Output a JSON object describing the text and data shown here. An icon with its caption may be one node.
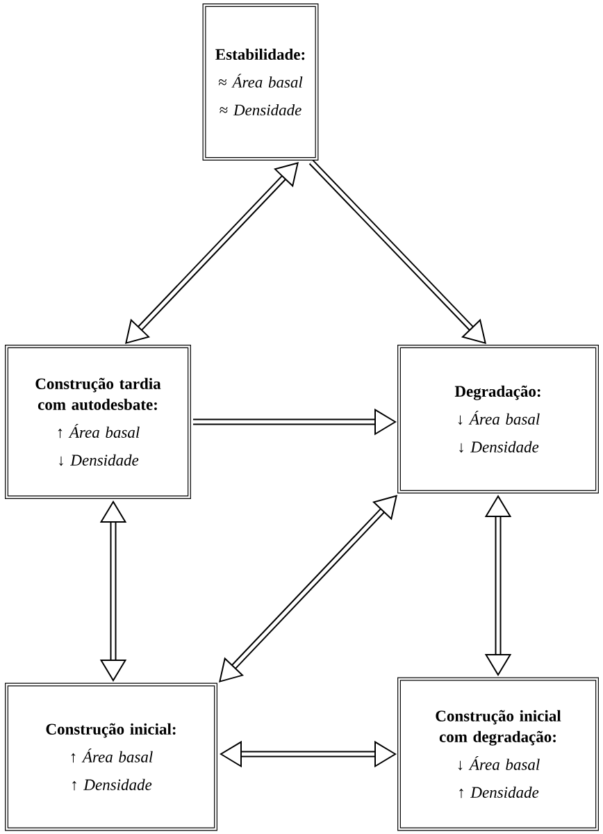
{
  "diagram": {
    "nodes": [
      {
        "text": [
          "Estabilidade:",
          "≈ *Área basal*",
          "≈ *Densidade*"
        ]
      },
      {
        "text": [
          "Construção tardia com autodesbate:",
          "↑ *Área basal*",
          "↓ *Densidade*"
        ]
      },
      {
        "text": [
          "Degradação:",
          "↓ *Área basal*",
          "↓ *Densidade*"
        ]
      },
      {
        "text": [
          "Construção inicial:",
          "↑ *Área basal*",
          "↑ *Densidade*"
        ]
      },
      {
        "text": [
          "Construção inicial com degradação:",
          "↓ *Área basal*",
          "↑ *Densidade*"
        ]
      }
    ],
    "edges": [
      {
        "from": 0,
        "to": 1,
        "arrow": "both"
      },
      {
        "from": 0,
        "to": 2,
        "arrow": "to"
      },
      {
        "from": 1,
        "to": 2,
        "arrow": "to"
      },
      {
        "from": 1,
        "to": 3,
        "arrow": "both"
      },
      {
        "from": 2,
        "to": 3,
        "arrow": "both"
      },
      {
        "from": 2,
        "to": 4,
        "arrow": "both"
      },
      {
        "from": 3,
        "to": 4,
        "arrow": "both"
      }
    ]
  }
}
